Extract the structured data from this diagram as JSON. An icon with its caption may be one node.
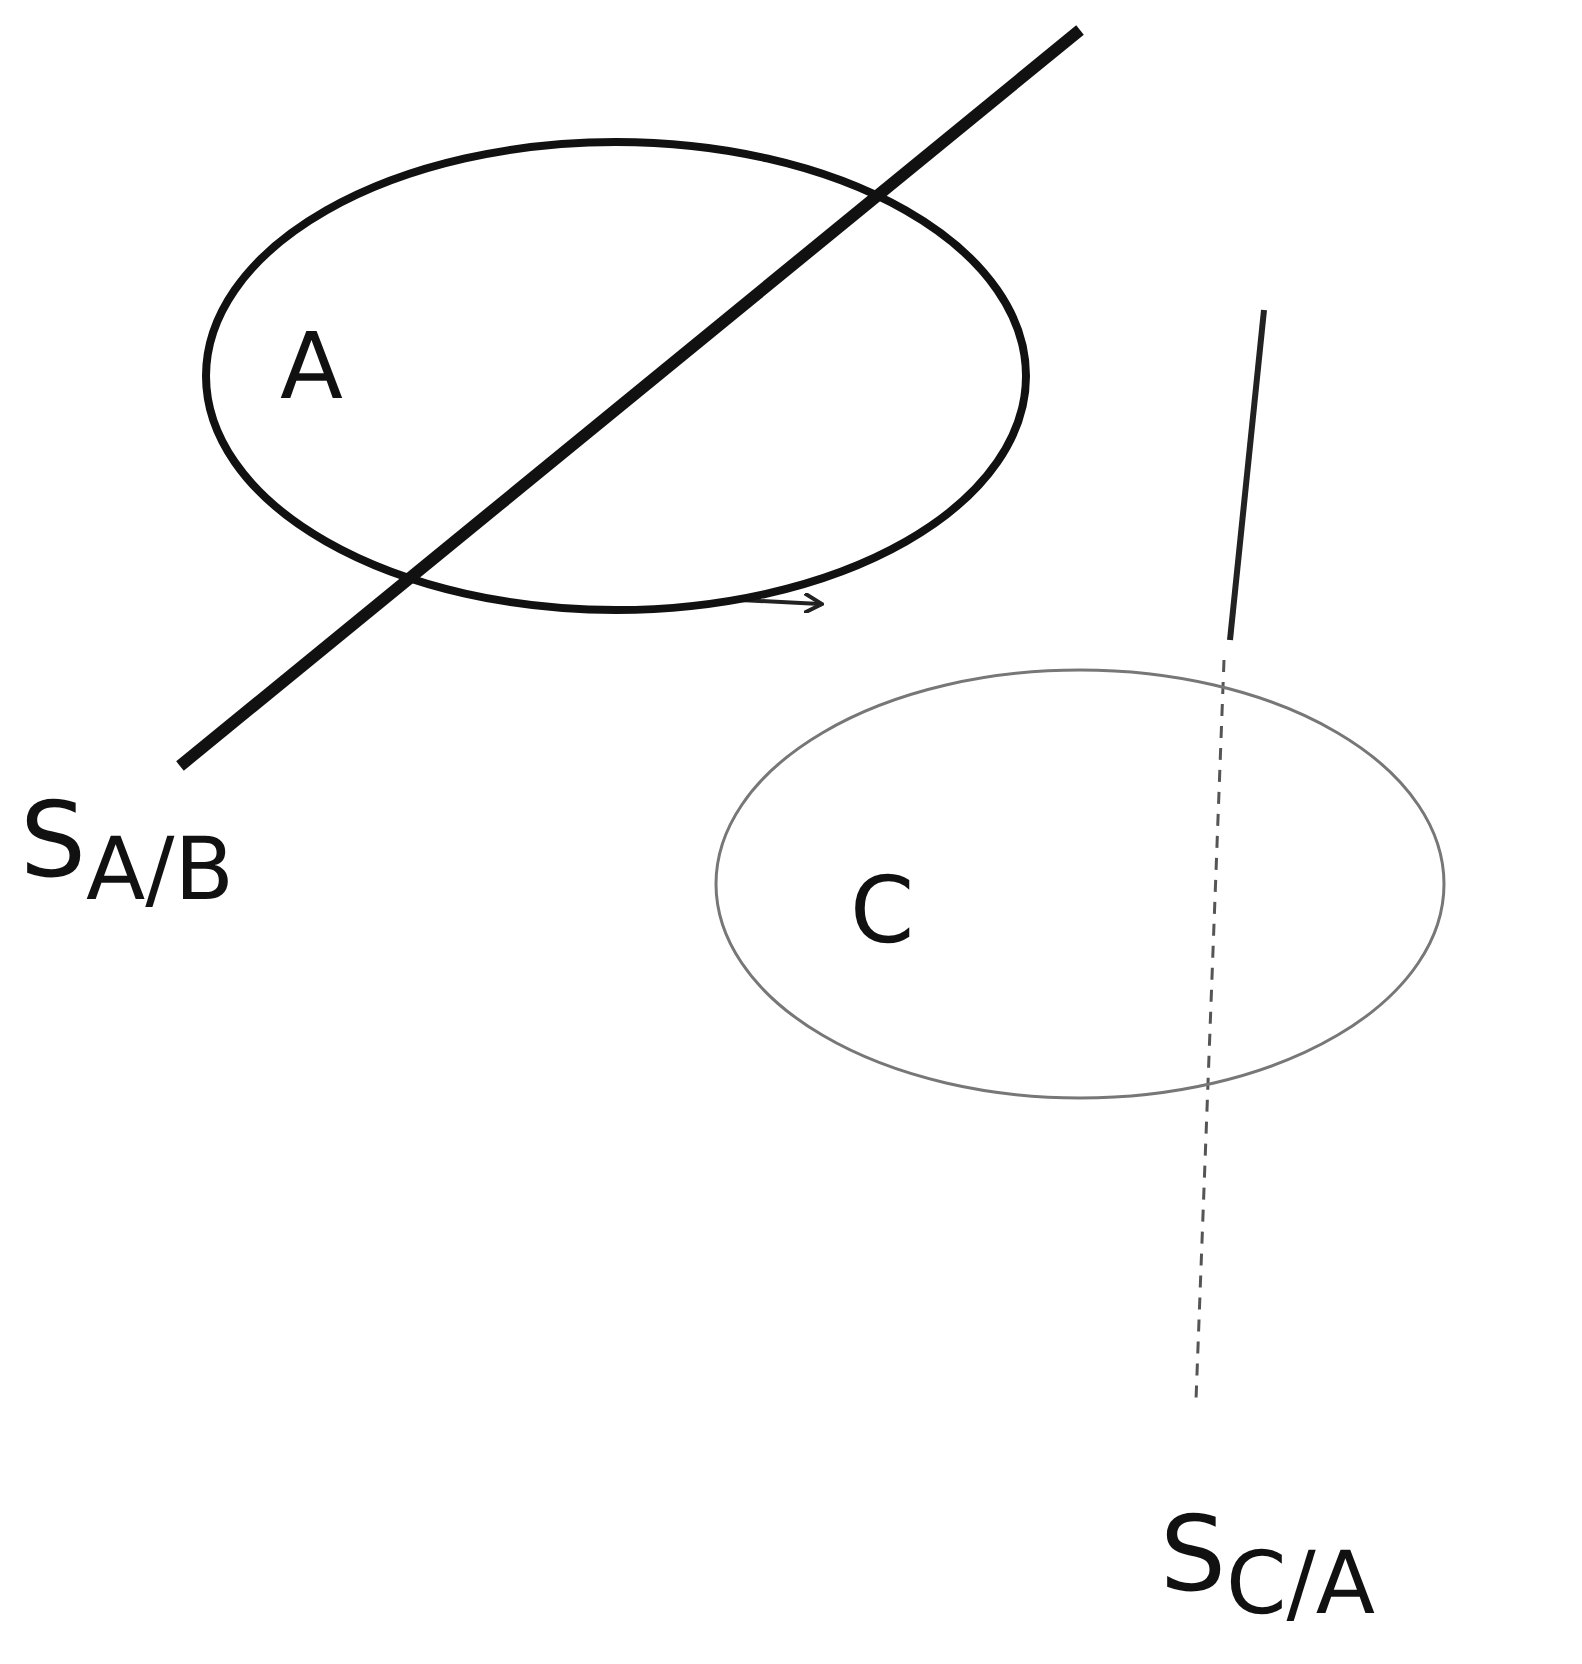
{
  "diagram": {
    "nodes": [
      {
        "text": [
          "A"
        ]
      },
      {
        "text": [
          "C"
        ]
      }
    ],
    "labels": [
      "S$_{A/B}$",
      "S$_{C/A}$"
    ]
  }
}
